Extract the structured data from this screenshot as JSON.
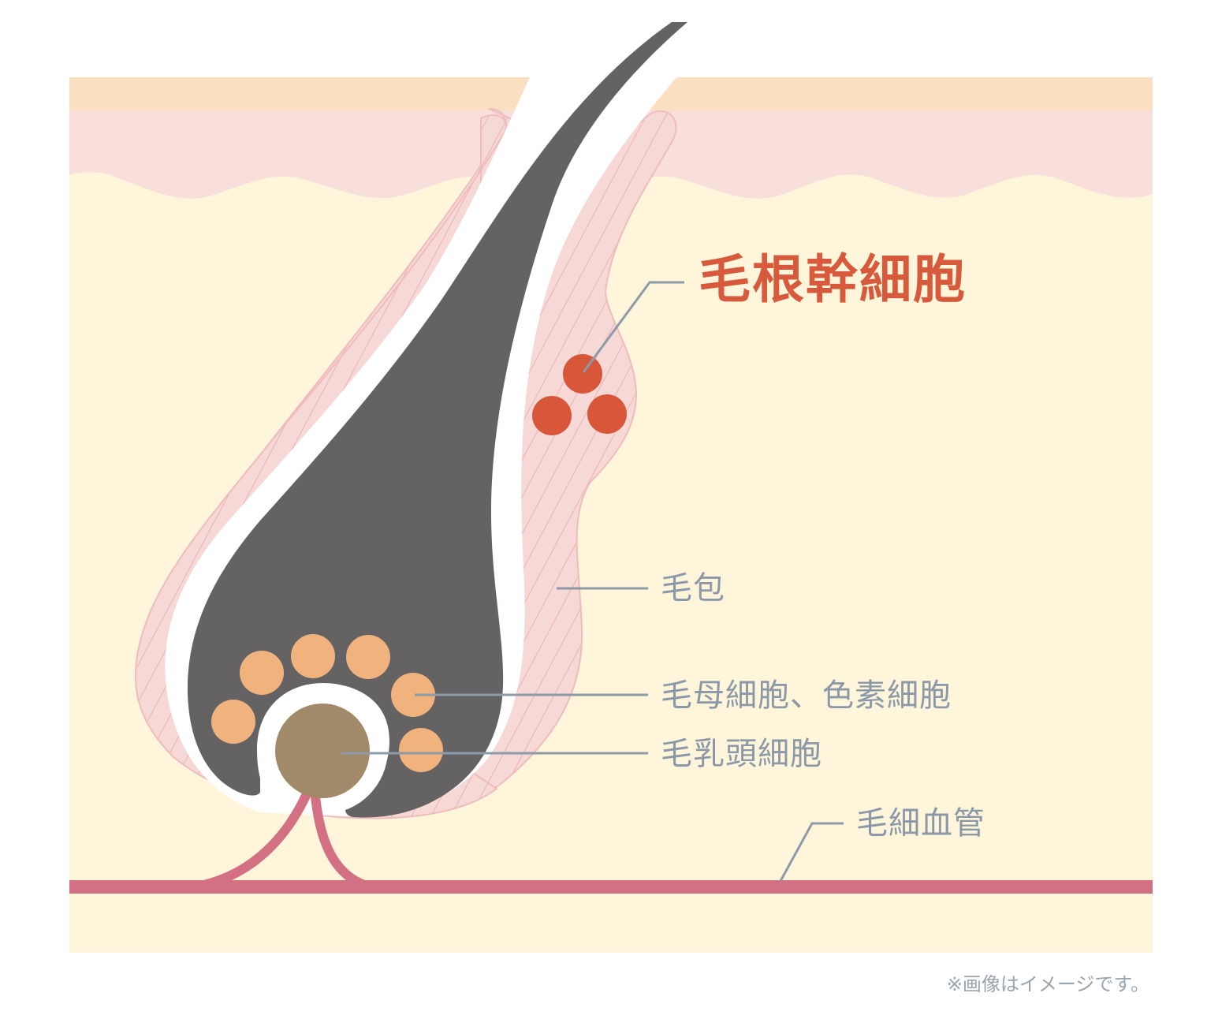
{
  "labels": {
    "stem_cell": "毛根幹細胞",
    "follicle": "毛包",
    "matrix_melanocyte": "毛母細胞、色素細胞",
    "papilla": "毛乳頭細胞",
    "capillary": "毛細血管"
  },
  "note": "※画像はイメージです。",
  "colors": {
    "skin_top": "#fadfc0",
    "epidermis": "#f8dfdc",
    "dermis": "#fef5da",
    "follicle_sheath": "#f6d8d6",
    "hair": "#656264",
    "stem_cell": "#d8563a",
    "matrix_cell": "#f0b37e",
    "papilla": "#a08a6a",
    "capillary": "#d47083",
    "leader_line": "#8d9aa8",
    "stem_label": "#d85a3c"
  }
}
